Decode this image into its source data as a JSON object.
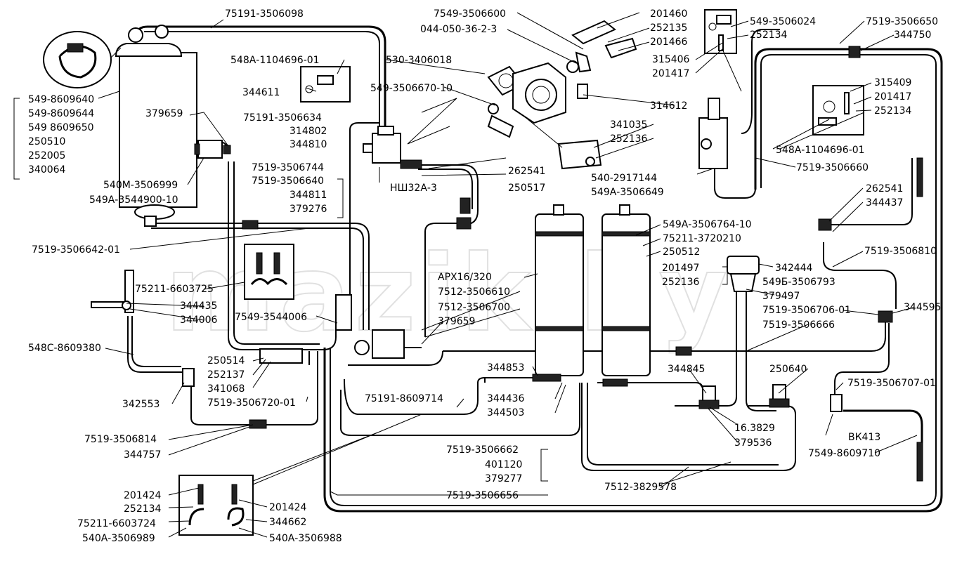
{
  "watermark": "mazik.by",
  "labels": {
    "l1": "75191-3506098",
    "l2": "7549-3506600",
    "l3": "044-050-36-2-3",
    "l4": "201460",
    "l5": "252135",
    "l6": "201466",
    "l7": "549-3506024",
    "l8": "252134",
    "l9": "7519-3506650",
    "l10": "344750",
    "l11": "530-3406018",
    "l12": "548А-1104696-01",
    "l13": "549-3506670-10",
    "l14": "315406",
    "l15": "201417",
    "l16": "344611",
    "l17": "314612",
    "l18": "315409",
    "l19": "201417",
    "l20": "252134",
    "l21": "549-8609640",
    "l22": "549-8609644",
    "l23": "549 8609650",
    "l24": "250510",
    "l25": "252005",
    "l26": "340064",
    "l27": "379659",
    "l28": "75191-3506634",
    "l29": "314802",
    "l30": "344810",
    "l31": "341035",
    "l32": "252136",
    "l33": "548А-1104696-01",
    "l34": "540-2917144",
    "l35": "7519-3506660",
    "l36": "549А-3506649",
    "l37": "262541",
    "l38": "250517",
    "l39": "7519-3506744",
    "l40": "7519-3506640",
    "l41": "344811",
    "l42": "379276",
    "l43": "540М-3506999",
    "l44": "549А-3544900-10",
    "l45": "НШ32А-3",
    "l46": "262541",
    "l47": "344437",
    "l48": "7519-3506642-01",
    "l49": "549А-3506764-10",
    "l50": "75211-3720210",
    "l51": "250512",
    "l52": "7519-3506810",
    "l53": "201497",
    "l54": "252136",
    "l55": "342444",
    "l56": "549Б-3506793",
    "l57": "379497",
    "l58": "АРХ16/320",
    "l59": "7512-3506610",
    "l60": "7512-3506700",
    "l61": "379659",
    "l62": "75211-6603725",
    "l63": "344435",
    "l64": "344006",
    "l65": "7549-3544006",
    "l66": "7519-3506706-01",
    "l67": "344595",
    "l68": "7519-3506666",
    "l69": "548С-8609380",
    "l70": "250514",
    "l71": "252137",
    "l72": "341068",
    "l73": "344853",
    "l74": "344845",
    "l75": "250640",
    "l76": "342553",
    "l77": "7519-3506720-01",
    "l78": "75191-8609714",
    "l79": "344436",
    "l80": "344503",
    "l81": "7519-3506707-01",
    "l82": "7519-3506814",
    "l83": "344757",
    "l84": "16.3829",
    "l85": "379536",
    "l86": "ВК413",
    "l87": "7549-8609710",
    "l88": "7519-3506662",
    "l89": "401120",
    "l90": "379277",
    "l91": "201424",
    "l92": "201424",
    "l93": "252134",
    "l94": "7512-3829578",
    "l95": "75211-6603724",
    "l96": "344662",
    "l97": "540А-3506989",
    "l98": "7519-3506656",
    "l99": "540А-3506988"
  }
}
